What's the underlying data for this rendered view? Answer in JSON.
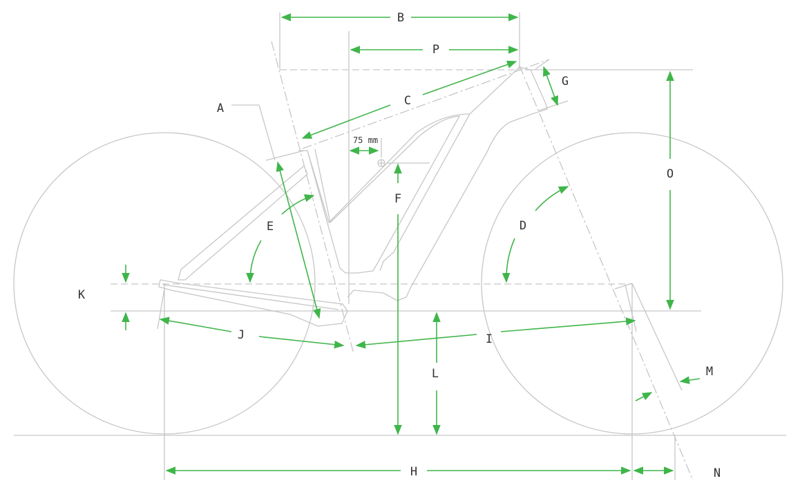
{
  "colors": {
    "dimension": "#3fb54a",
    "geometry": "#c6c6c6",
    "text": "#333333"
  },
  "labels": {
    "A": "A",
    "B": "B",
    "C": "C",
    "D": "D",
    "E": "E",
    "F": "F",
    "G": "G",
    "H": "H",
    "I": "I",
    "J": "J",
    "K": "K",
    "L": "L",
    "M": "M",
    "N": "N",
    "O": "O",
    "P": "P"
  },
  "offset_label": "75 mm"
}
